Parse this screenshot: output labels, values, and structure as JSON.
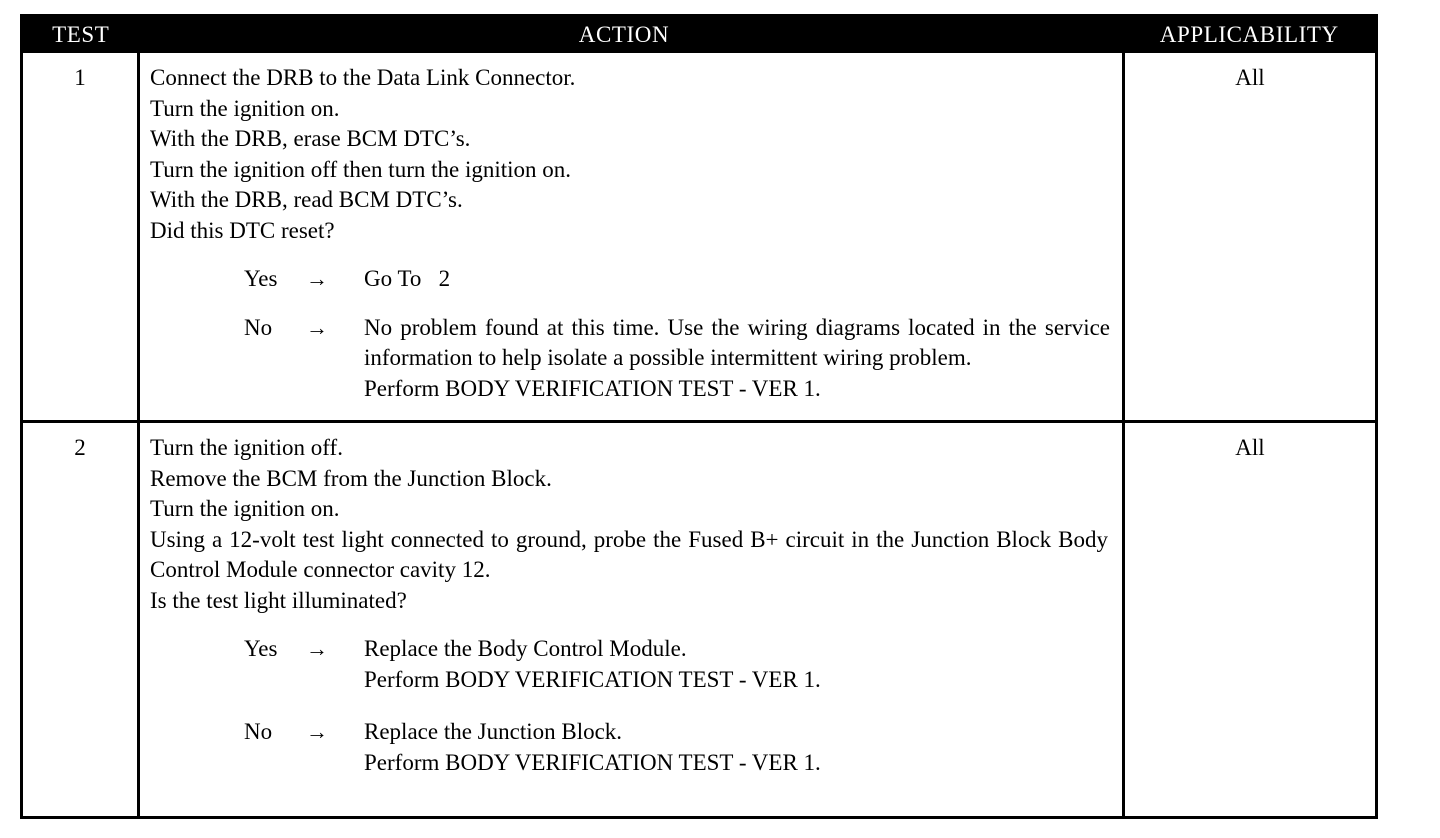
{
  "table": {
    "columns": {
      "test": "TEST",
      "action": "ACTION",
      "applicability": "APPLICABILITY"
    },
    "rows": [
      {
        "test_number": "1",
        "applicability": "All",
        "steps": [
          "Connect the DRB to the Data Link Connector.",
          "Turn the ignition on.",
          "With the DRB, erase BCM DTC’s.",
          "Turn the ignition off then turn the ignition on.",
          "With the DRB, read BCM DTC’s.",
          "Did this DTC reset?"
        ],
        "answers": [
          {
            "label": "Yes",
            "arrow": "→",
            "lines": [
              "Go To   2"
            ]
          },
          {
            "label": "No",
            "arrow": "→",
            "lines": [
              "No problem found at this time. Use the wiring diagrams located in the service information to help isolate a possible intermittent wiring problem.",
              "Perform BODY VERIFICATION TEST - VER 1."
            ]
          }
        ]
      },
      {
        "test_number": "2",
        "applicability": "All",
        "steps": [
          "Turn the ignition off.",
          "Remove the BCM from the Junction Block.",
          "Turn the ignition on.",
          "Using a 12-volt test light connected to ground, probe the Fused B+ circuit in the Junction Block Body Control Module connector cavity 12.",
          "Is the test light illuminated?"
        ],
        "answers": [
          {
            "label": "Yes",
            "arrow": "→",
            "lines": [
              "Replace the Body Control Module.",
              "Perform BODY VERIFICATION TEST - VER 1."
            ]
          },
          {
            "label": "No",
            "arrow": "→",
            "lines": [
              "Replace the Junction Block.",
              "Perform BODY VERIFICATION TEST - VER 1."
            ]
          }
        ]
      }
    ]
  },
  "colors": {
    "header_background": "#000000",
    "header_text": "#ffffff",
    "border": "#000000",
    "page_background": "#ffffff",
    "body_text": "#000000"
  }
}
